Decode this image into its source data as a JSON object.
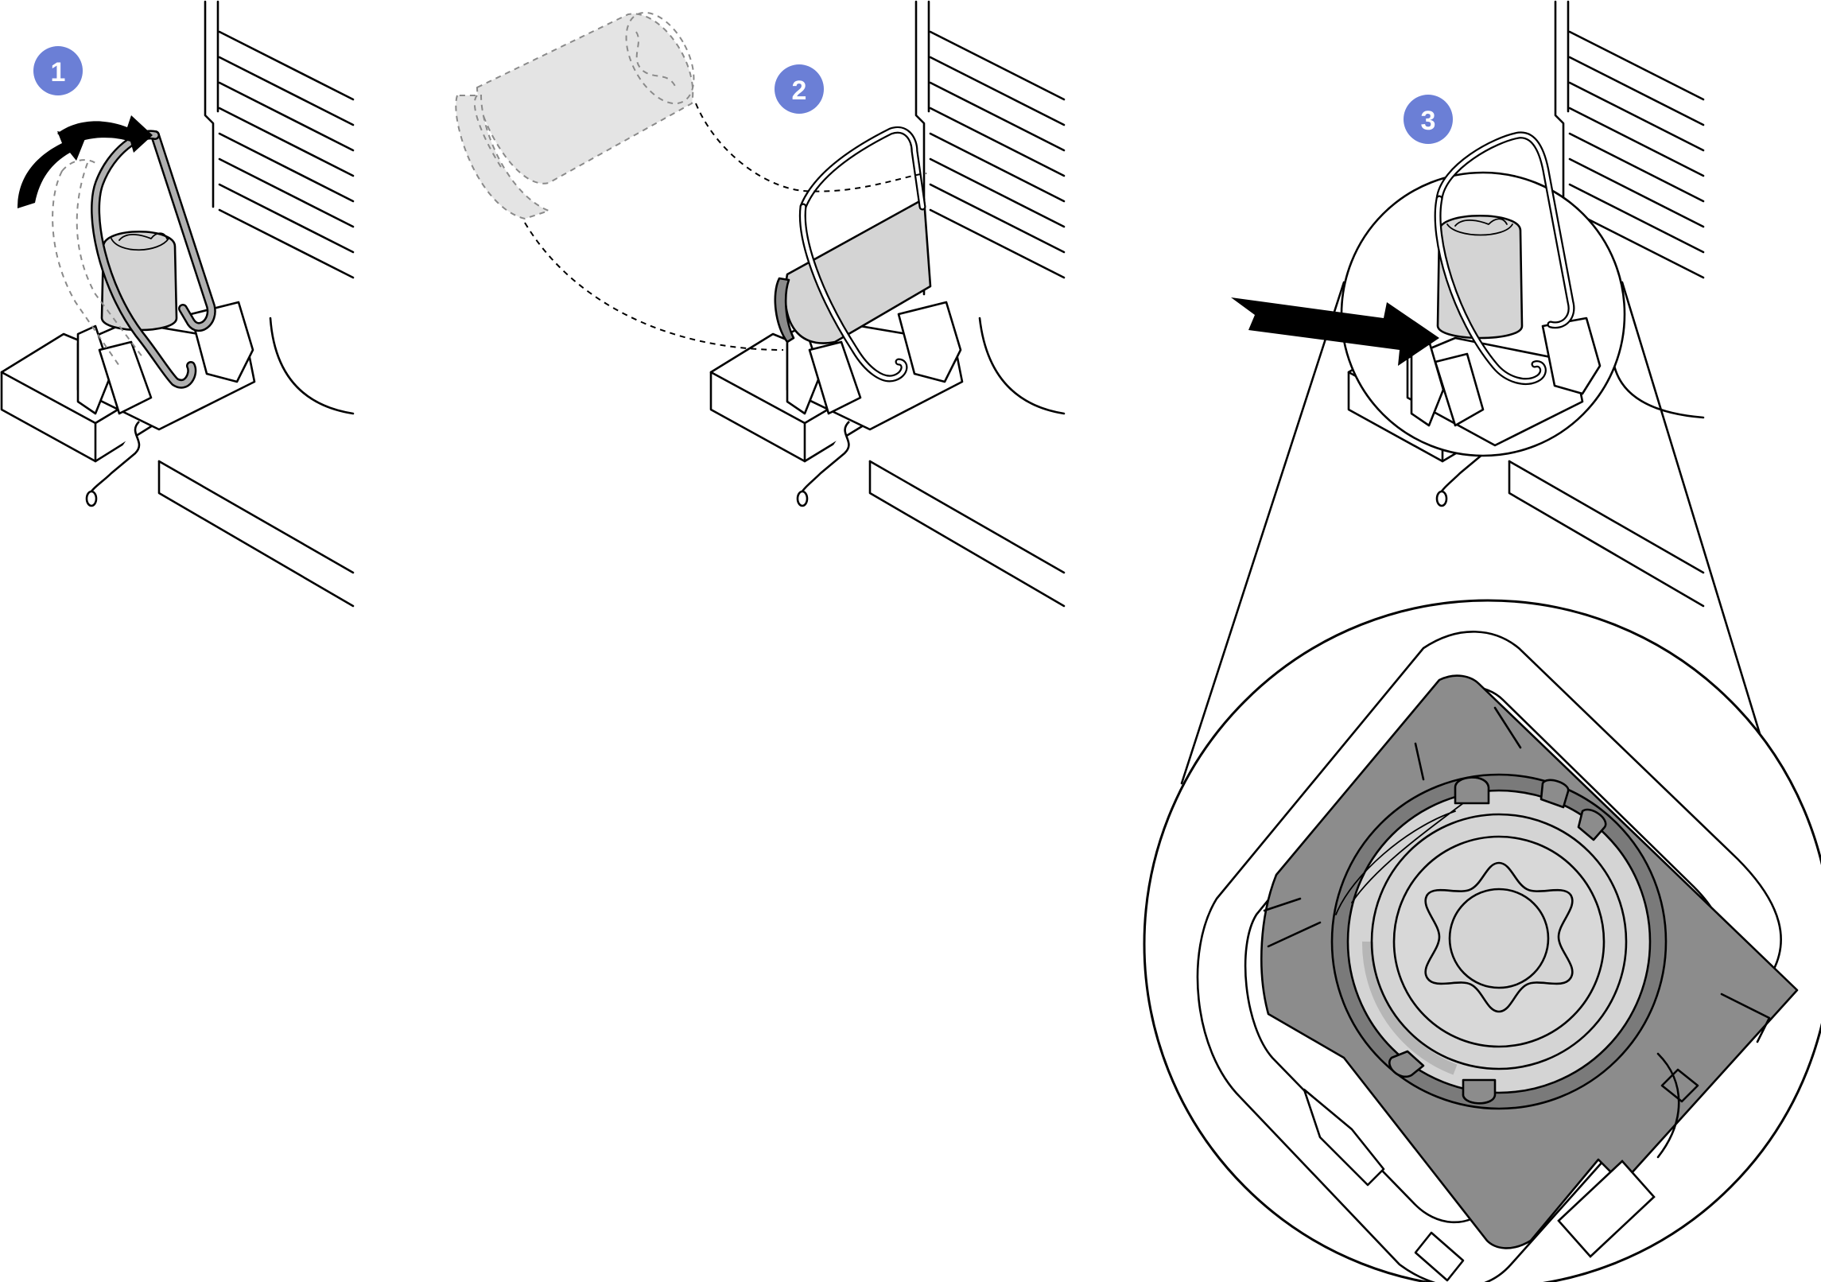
{
  "steps": [
    {
      "number": "1"
    },
    {
      "number": "2"
    },
    {
      "number": "3"
    }
  ],
  "colors": {
    "callout_fill": "#6b7fd6",
    "part_gray": "#d4d4d4",
    "dark_gray": "#8c8c8c",
    "line": "#000000"
  },
  "icons": [
    "rotate-arrow-icon",
    "push-arrow-icon",
    "magnifier-callout"
  ]
}
